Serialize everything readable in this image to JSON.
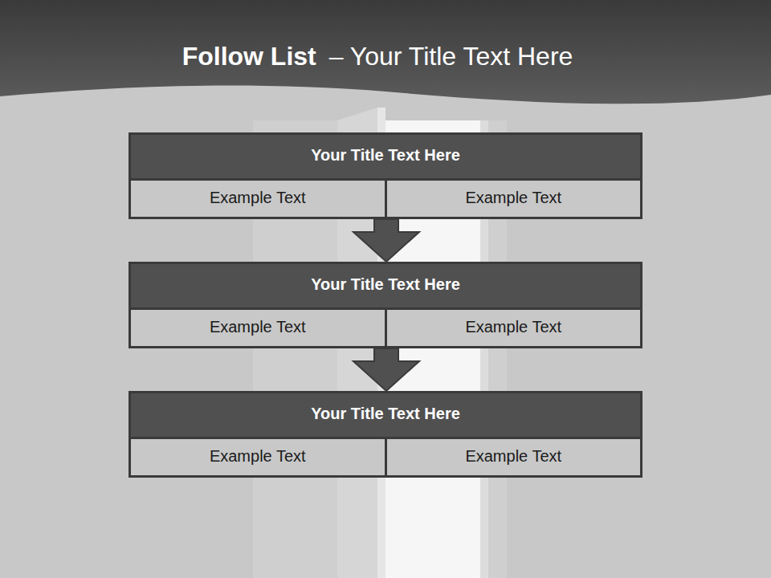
{
  "diagram": {
    "title": "Follow List",
    "nodes": [
      {
        "text": [
          "Your Title Text Here"
        ]
      },
      {
        "text": [
          "Example Text"
        ],
        "in": 0
      },
      {
        "text": [
          "Example Text"
        ],
        "in": 0
      },
      {
        "text": [
          "Your Title Text Here"
        ]
      },
      {
        "text": [
          "Example Text"
        ],
        "in": 3
      },
      {
        "text": [
          "Example Text"
        ],
        "in": 3
      },
      {
        "text": [
          "Your Title Text Here"
        ]
      },
      {
        "text": [
          "Example Text"
        ],
        "in": 6
      },
      {
        "text": [
          "Example Text"
        ],
        "in": 6
      }
    ],
    "edges": [
      {
        "from": 0,
        "to": 3,
        "arrow": "to"
      },
      {
        "from": 3,
        "to": 6,
        "arrow": "to"
      }
    ],
    "labels": [
      "– Your Title Text Here"
    ]
  }
}
